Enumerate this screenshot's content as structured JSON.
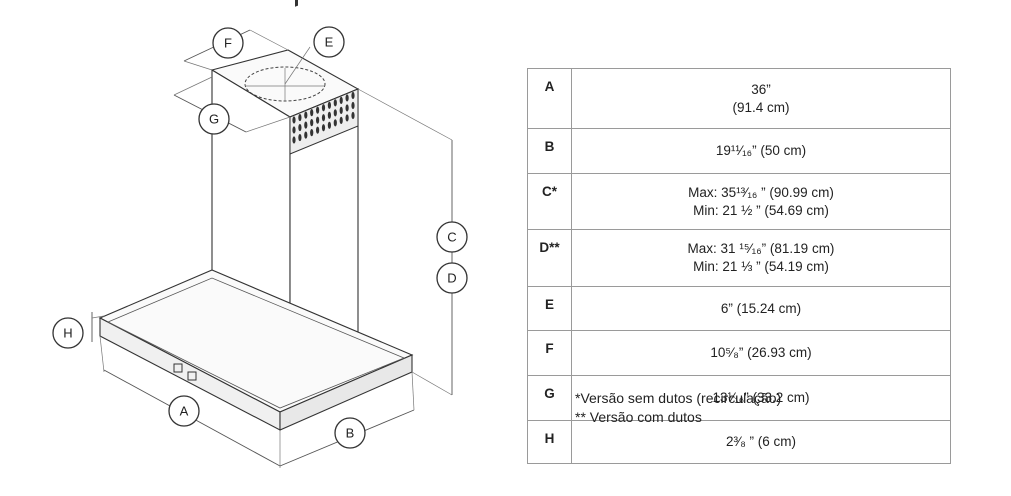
{
  "labels": {
    "A": "A",
    "B": "B",
    "C": "C",
    "D": "D",
    "E": "E",
    "F": "F",
    "G": "G",
    "H": "H"
  },
  "table": {
    "rows": [
      {
        "key": "A",
        "lines": [
          "36”",
          "(91.4 cm)"
        ]
      },
      {
        "key": "B",
        "lines": [
          "19¹¹⁄₁₆” (50 cm)"
        ]
      },
      {
        "key": "C*",
        "lines": [
          "Max: 35¹³⁄₁₆ ” (90.99 cm)",
          "Min: 21 ½  ” (54.69 cm)"
        ]
      },
      {
        "key": "D**",
        "lines": [
          "Max: 31 ¹⁵⁄₁₆” (81.19 cm)",
          "Min: 21 ⅓ ” (54.19 cm)"
        ]
      },
      {
        "key": "E",
        "lines": [
          "6” (15.24 cm)"
        ]
      },
      {
        "key": "F",
        "lines": [
          "10⁵⁄₈” (26.93 cm)"
        ]
      },
      {
        "key": "G",
        "lines": [
          "13¹⁄₁₆” (33.2 cm)"
        ]
      },
      {
        "key": "H",
        "lines": [
          "2³⁄₈ ” (6 cm)"
        ]
      }
    ]
  },
  "notes": {
    "n1": "*Versão sem dutos (recirculação)",
    "n2": "** Versão com dutos"
  }
}
